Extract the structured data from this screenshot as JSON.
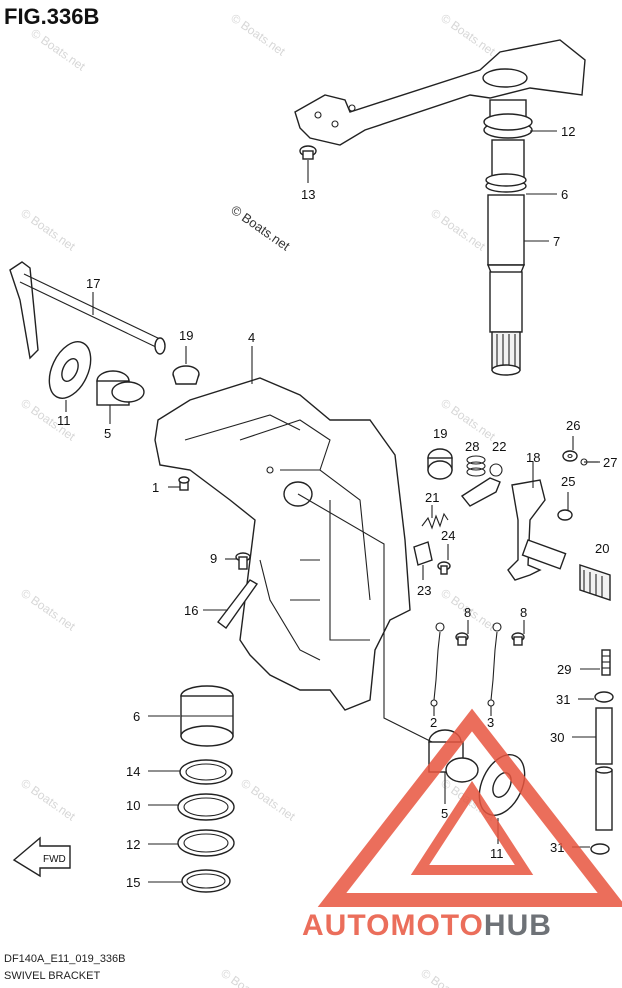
{
  "header": {
    "title": "FIG.336B"
  },
  "footer": {
    "code": "DF140A_E11_019_336B",
    "name": "SWIVEL BRACKET"
  },
  "watermark": {
    "text": "© Boats.net"
  },
  "brand": {
    "part1": "AUTO",
    "part2": "MOTO",
    "part3": "HUB",
    "accent_color": "#e8553f",
    "dark_color": "#555a60"
  },
  "arrow": {
    "label": "FWD"
  },
  "callouts": [
    {
      "id": "c12a",
      "label": "12"
    },
    {
      "id": "c13",
      "label": "13"
    },
    {
      "id": "c6a",
      "label": "6"
    },
    {
      "id": "c7",
      "label": "7"
    },
    {
      "id": "c17",
      "label": "17"
    },
    {
      "id": "c19a",
      "label": "19"
    },
    {
      "id": "c4",
      "label": "4"
    },
    {
      "id": "c11a",
      "label": "11"
    },
    {
      "id": "c5a",
      "label": "5"
    },
    {
      "id": "c26",
      "label": "26"
    },
    {
      "id": "c27",
      "label": "27"
    },
    {
      "id": "c19b",
      "label": "19"
    },
    {
      "id": "c28",
      "label": "28"
    },
    {
      "id": "c22",
      "label": "22"
    },
    {
      "id": "c18",
      "label": "18"
    },
    {
      "id": "c25",
      "label": "25"
    },
    {
      "id": "c1",
      "label": "1"
    },
    {
      "id": "c21",
      "label": "21"
    },
    {
      "id": "c24",
      "label": "24"
    },
    {
      "id": "c20",
      "label": "20"
    },
    {
      "id": "c9",
      "label": "9"
    },
    {
      "id": "c23",
      "label": "23"
    },
    {
      "id": "c16",
      "label": "16"
    },
    {
      "id": "c8a",
      "label": "8"
    },
    {
      "id": "c8b",
      "label": "8"
    },
    {
      "id": "c29",
      "label": "29"
    },
    {
      "id": "c31a",
      "label": "31"
    },
    {
      "id": "c6b",
      "label": "6"
    },
    {
      "id": "c2",
      "label": "2"
    },
    {
      "id": "c3",
      "label": "3"
    },
    {
      "id": "c30",
      "label": "30"
    },
    {
      "id": "c14",
      "label": "14"
    },
    {
      "id": "c5b",
      "label": "5"
    },
    {
      "id": "c10",
      "label": "10"
    },
    {
      "id": "c12b",
      "label": "12"
    },
    {
      "id": "c11b",
      "label": "11"
    },
    {
      "id": "c31b",
      "label": "31"
    },
    {
      "id": "c15",
      "label": "15"
    }
  ]
}
